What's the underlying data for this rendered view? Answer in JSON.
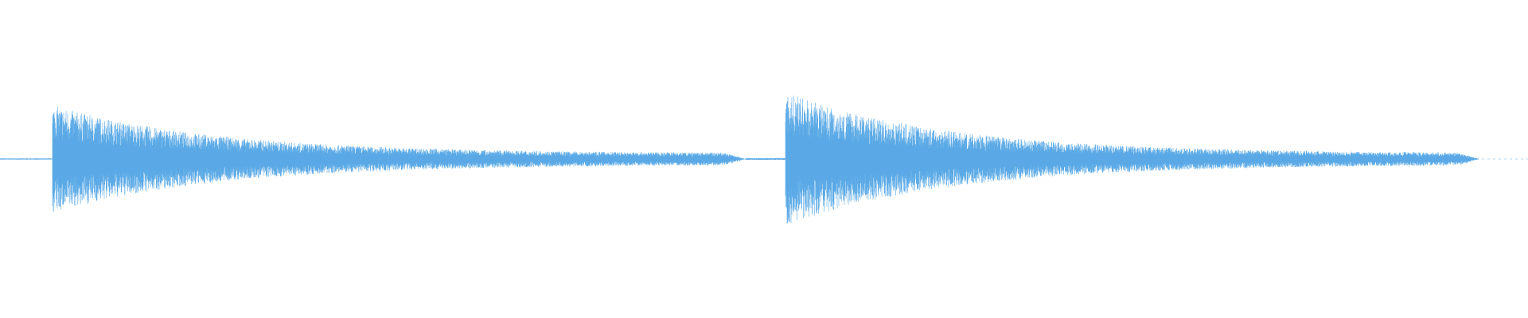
{
  "waveform": {
    "color": "#5aa9e6",
    "background": "#ffffff",
    "segments": [
      {
        "name": "leading-silence",
        "start": 0.0,
        "end": 0.034,
        "peak": 0.004,
        "decay": 0.0
      },
      {
        "name": "note-1",
        "start": 0.034,
        "end": 0.488,
        "peak": 0.34,
        "decay": 0.93
      },
      {
        "name": "gap-silence",
        "start": 0.488,
        "end": 0.514,
        "peak": 0.006,
        "decay": 0.0
      },
      {
        "name": "note-2",
        "start": 0.514,
        "end": 0.968,
        "peak": 0.42,
        "decay": 0.93
      }
    ]
  }
}
